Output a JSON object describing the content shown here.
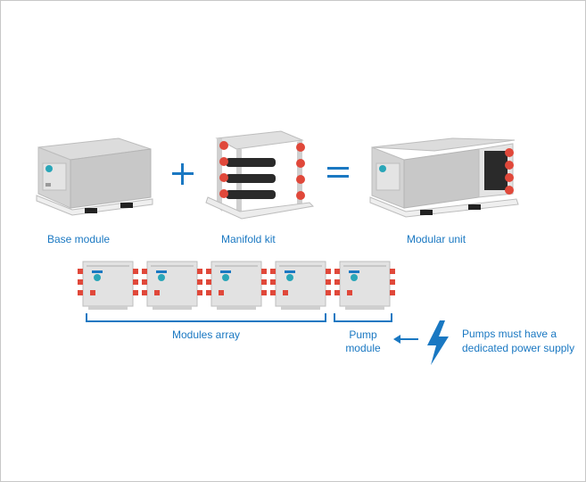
{
  "diagram": {
    "accent_color": "#1a78c2",
    "equation": {
      "base_module_label": "Base module",
      "manifold_kit_label": "Manifold kit",
      "modular_unit_label": "Modular unit",
      "operator_plus": "plus-icon",
      "operator_equals": "equals-icon"
    },
    "array": {
      "modules_array_label": "Modules array",
      "pump_module_label_line1": "Pump",
      "pump_module_label_line2": "module",
      "module_count": 4
    },
    "note": {
      "line1": "Pumps must have a",
      "line2": "dedicated power supply",
      "icon": "lightning-bolt-icon",
      "arrow_icon": "arrow-left-icon"
    }
  }
}
